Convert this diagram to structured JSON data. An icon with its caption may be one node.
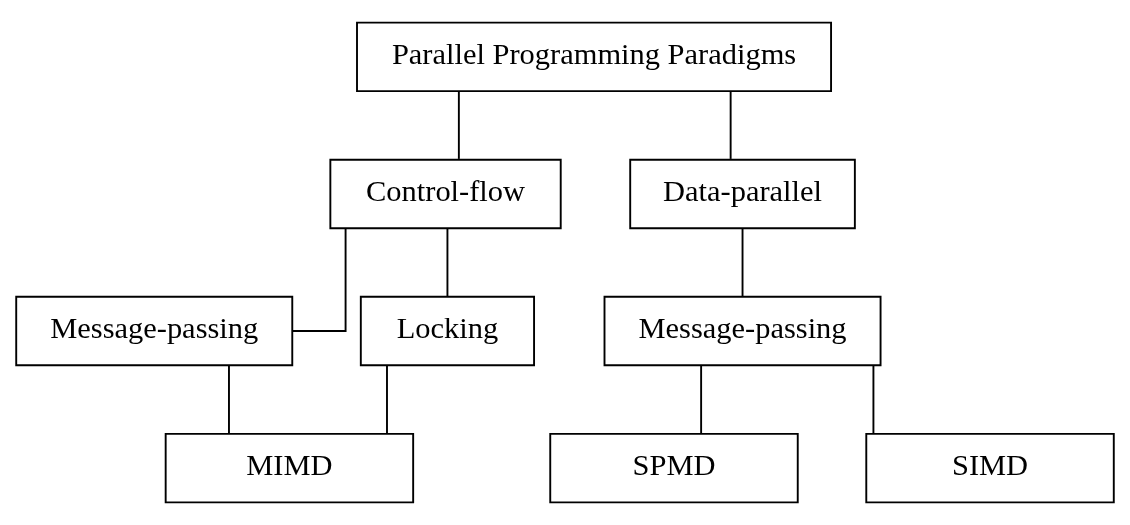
{
  "diagram": {
    "nodes": [
      {
        "text": [
          "Parallel Programming Paradigms"
        ]
      },
      {
        "text": [
          "Control-flow"
        ]
      },
      {
        "text": [
          "Data-parallel"
        ]
      },
      {
        "text": [
          "Message-passing"
        ]
      },
      {
        "text": [
          "Locking"
        ]
      },
      {
        "text": [
          "Message-passing"
        ]
      },
      {
        "text": [
          "MIMD"
        ]
      },
      {
        "text": [
          "SPMD"
        ]
      },
      {
        "text": [
          "SIMD"
        ]
      }
    ],
    "edges": [
      {
        "from": 0,
        "to": 1,
        "arrow": "none"
      },
      {
        "from": 0,
        "to": 2,
        "arrow": "none"
      },
      {
        "from": 1,
        "to": 3,
        "arrow": "none"
      },
      {
        "from": 1,
        "to": 4,
        "arrow": "none"
      },
      {
        "from": 2,
        "to": 5,
        "arrow": "none"
      },
      {
        "from": 3,
        "to": 6,
        "arrow": "none"
      },
      {
        "from": 4,
        "to": 6,
        "arrow": "none"
      },
      {
        "from": 5,
        "to": 7,
        "arrow": "none"
      },
      {
        "from": 5,
        "to": 8,
        "arrow": "none"
      }
    ]
  }
}
